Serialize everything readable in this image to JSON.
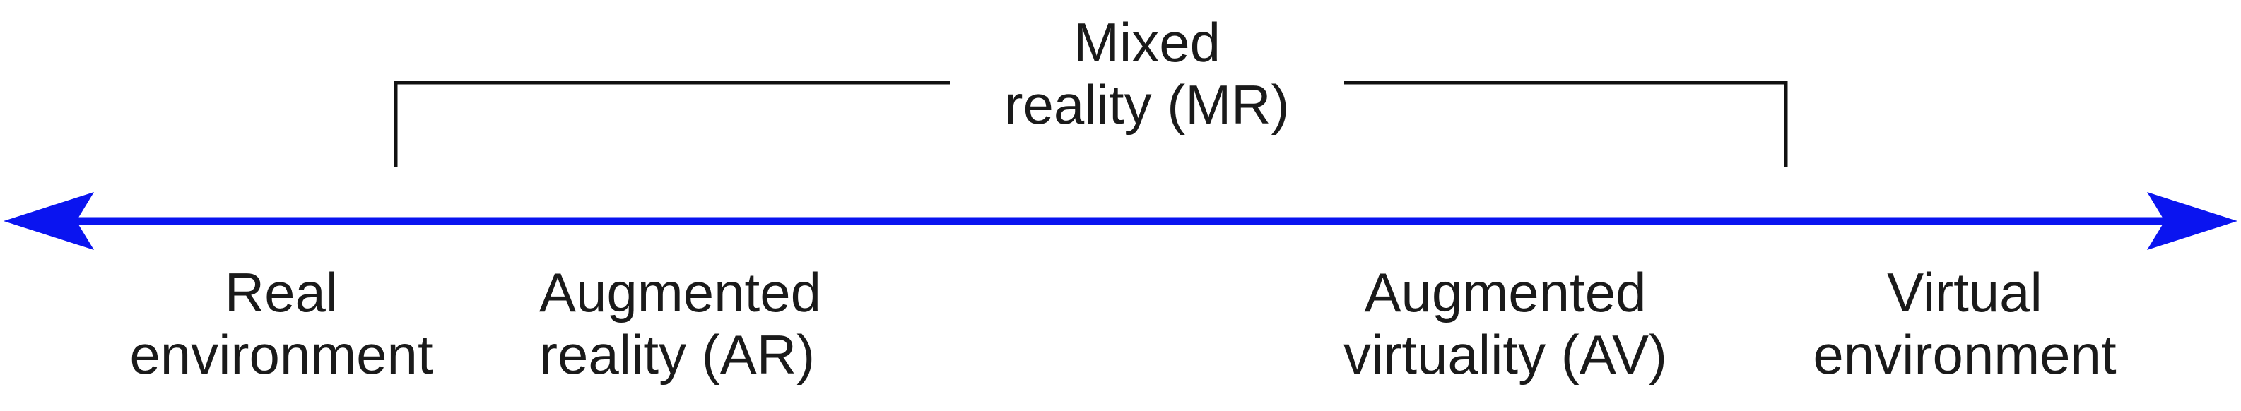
{
  "colors": {
    "axis": "#0a14f0",
    "bracket": "#111111",
    "text": "#1a1a1a",
    "background": "#ffffff"
  },
  "mixed_reality": {
    "line1": "Mixed",
    "line2": "reality (MR)"
  },
  "labels": {
    "real_environment": {
      "line1": "Real",
      "line2": "environment"
    },
    "augmented_reality": {
      "line1": "Augmented",
      "line2": "reality (AR)"
    },
    "augmented_virtuality": {
      "line1": "Augmented",
      "line2": "virtuality (AV)"
    },
    "virtual_environment": {
      "line1": "Virtual",
      "line2": "environment"
    }
  }
}
